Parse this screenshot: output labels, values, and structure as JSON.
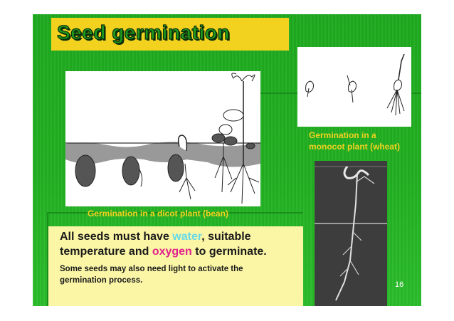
{
  "slide": {
    "title": "Seed germination",
    "page_number": "16"
  },
  "images": {
    "dicot": {
      "caption": "Germination in a dicot plant (bean)",
      "icon": "bean-germination-drawing"
    },
    "monocot": {
      "caption_line1": "Germination in a",
      "caption_line2": "monocot plant (wheat)",
      "icon": "wheat-germination-drawing"
    },
    "photo": {
      "icon": "seedling-photo"
    }
  },
  "textbox": {
    "main_part1": "All seeds must have ",
    "main_water": "water",
    "main_part2": ", suitable temperature and ",
    "main_oxygen": "oxygen",
    "main_part3": " to germinate.",
    "sub": "Some seeds may also need light to activate the germination process."
  },
  "colors": {
    "background": "#22b022",
    "title_box": "#f3d21f",
    "caption": "#f3d21f",
    "textbox_bg": "#fbf6a6",
    "water": "#66d9e8",
    "oxygen": "#e0208a"
  }
}
